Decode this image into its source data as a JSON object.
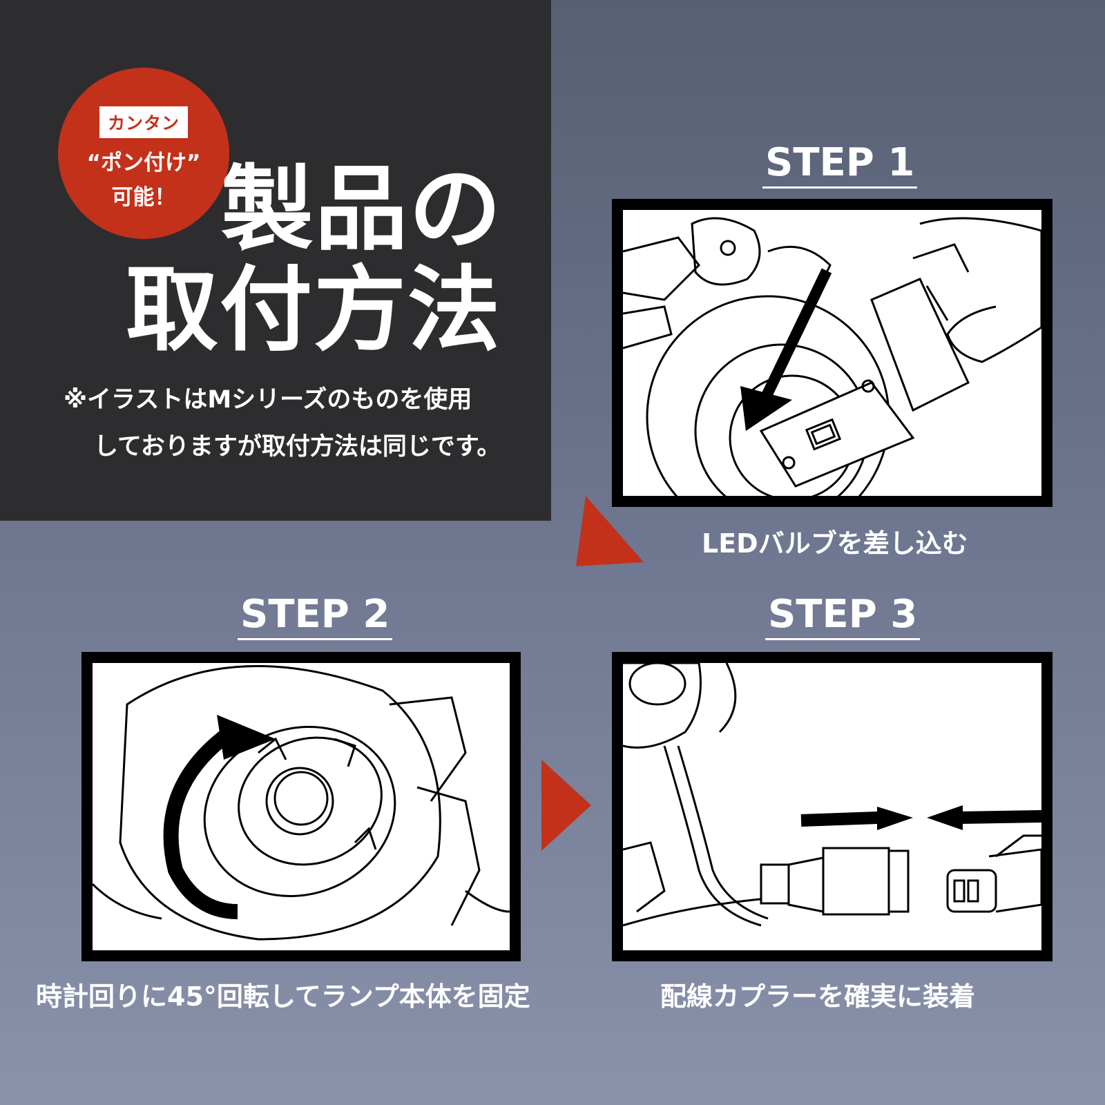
{
  "badge": {
    "tag": "カンタン",
    "line2": "“ポン付け”",
    "line3": "可能！"
  },
  "title": {
    "line1": "製品の",
    "line2": "取付方法"
  },
  "note": {
    "line1": "※イラストはMシリーズのものを使用",
    "line2": "しておりますが取付方法は同じです。"
  },
  "steps": [
    {
      "heading": "STEP 1",
      "caption": "LEDバルブを差し込む"
    },
    {
      "heading": "STEP 2",
      "caption": "時計回りに45°回転してランプ本体を固定"
    },
    {
      "heading": "STEP 3",
      "caption": "配線カプラーを確実に装着"
    }
  ],
  "colors": {
    "accent": "#c3311a",
    "title_panel": "#2d2d2f",
    "background_top": "#575f73",
    "background_bottom": "#8a92ab"
  }
}
